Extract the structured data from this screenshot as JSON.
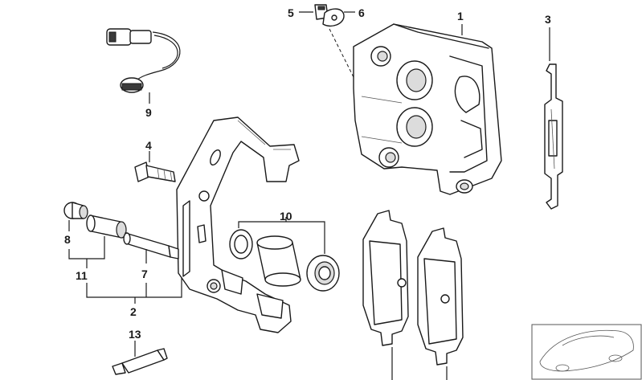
{
  "callouts": {
    "c1": "1",
    "c2": "2",
    "c3": "3",
    "c4": "4",
    "c5": "5",
    "c6": "6",
    "c7": "7",
    "c8": "8",
    "c9": "9",
    "c10": "10",
    "c11": "11",
    "c13": "13"
  },
  "icons": {
    "caliper": "brake-caliper-icon",
    "carrier": "caliper-carrier-icon",
    "spring": "anti-rattle-spring-icon",
    "sensor": "wear-sensor-icon",
    "bolt": "bolt-icon",
    "pads": "brake-pad-icon",
    "car": "car-thumbnail-icon"
  },
  "colors": {
    "line": "#1a1a1a",
    "background": "#ffffff"
  }
}
